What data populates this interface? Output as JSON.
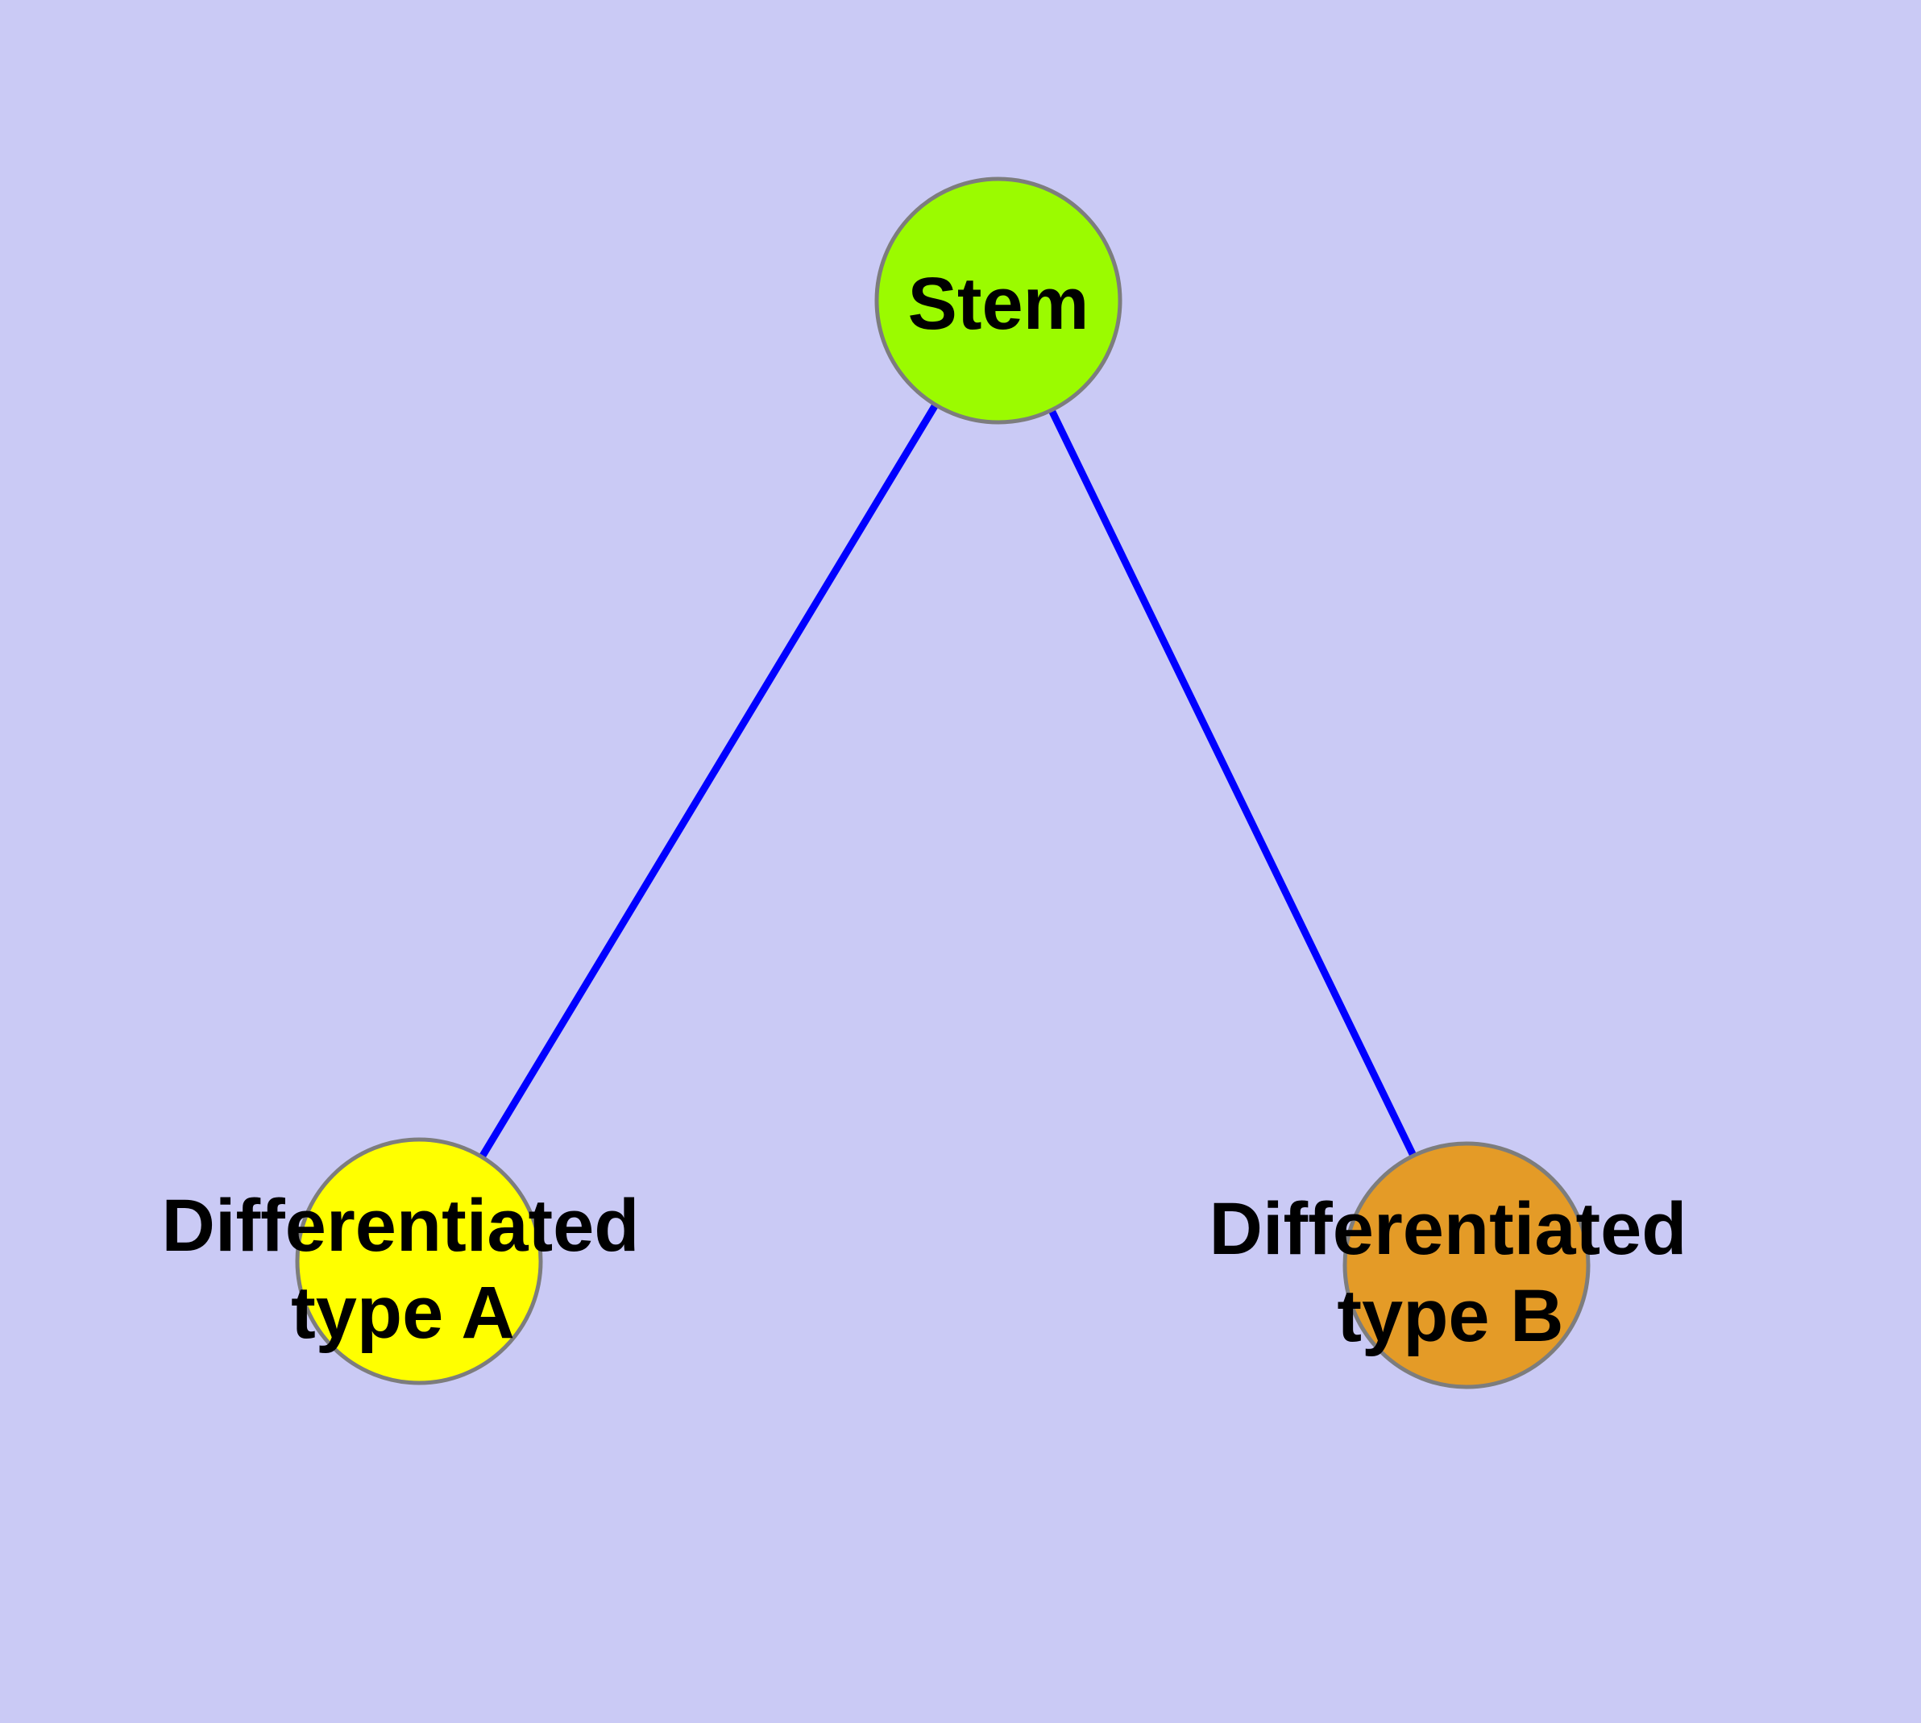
{
  "diagram": {
    "background_color": "#cacaf5",
    "edge_color": "#0000ff",
    "node_border_color": "#7d7d7d",
    "label_color": "#000000",
    "nodes": [
      {
        "id": "stem",
        "lines": [
          "Stem"
        ],
        "fill": "#9bfb00"
      },
      {
        "id": "differentiated-type-a",
        "lines": [
          "Differentiated",
          "type A"
        ],
        "fill": "#ffff00"
      },
      {
        "id": "differentiated-type-b",
        "lines": [
          "Differentiated",
          "type B"
        ],
        "fill": "#e49b27"
      }
    ],
    "edges": [
      {
        "from": "Stem",
        "to": "Differentiated type A"
      },
      {
        "from": "Stem",
        "to": "Differentiated type B"
      }
    ]
  }
}
